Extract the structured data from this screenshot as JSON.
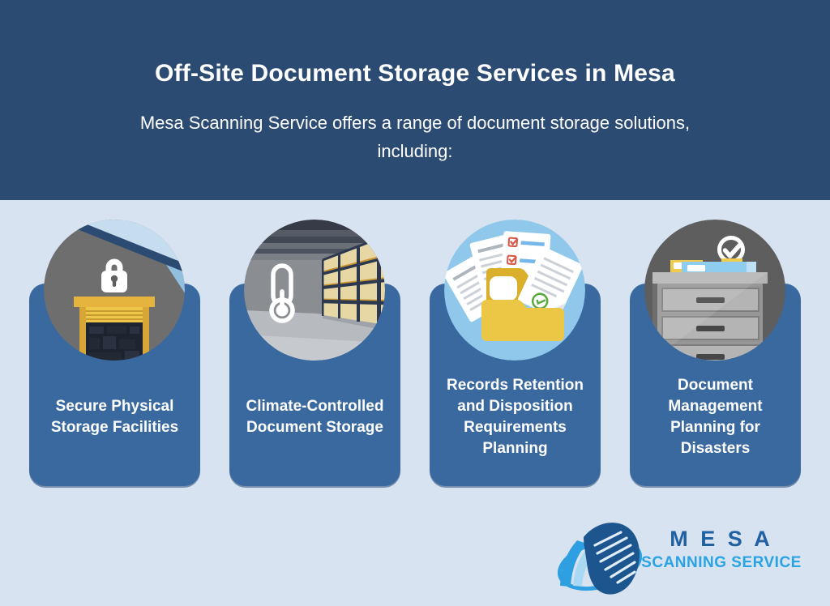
{
  "colors": {
    "header_bg": "#2C4B72",
    "page_bg": "#D8E3F1",
    "card_bg": "#3A69A0",
    "card_text": "#FFFFFF",
    "circle_light_blue": "#8FC8EA",
    "circle_gray": "#6E6E6E",
    "circle_dark_gray": "#5E5E5E",
    "folder_yellow": "#ECC745",
    "logo_primary": "#2061A1",
    "logo_accent": "#2AA3E3"
  },
  "header": {
    "title": "Off-Site Document Storage Services in Mesa",
    "subtitle_line1": "Mesa Scanning Service offers a range of document storage solutions,",
    "subtitle_line2": "including:"
  },
  "cards": [
    {
      "icon": "storage-unit-lock-illustration",
      "lines": [
        "Secure Physical",
        "Storage Facilities"
      ]
    },
    {
      "icon": "climate-controlled-warehouse-illustration",
      "lines": [
        "Climate-Controlled",
        "Document Storage"
      ]
    },
    {
      "icon": "records-folder-documents-illustration",
      "lines": [
        "Records Retention",
        "and Disposition",
        "Requirements",
        "Planning"
      ]
    },
    {
      "icon": "filing-cabinet-checkmark-illustration",
      "lines": [
        "Document",
        "Management",
        "Planning for",
        "Disasters"
      ]
    }
  ],
  "logo": {
    "name": "M E S A",
    "tagline": "SCANNING SERVICE",
    "icon": "scanner-document-logo-icon"
  }
}
